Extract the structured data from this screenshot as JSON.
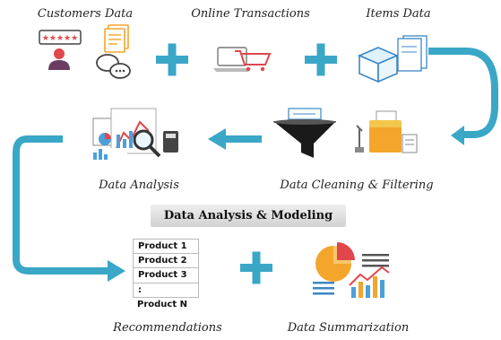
{
  "top": {
    "customers_label": "Customers Data",
    "transactions_label": "Online Transactions",
    "items_label": "Items Data"
  },
  "middle": {
    "analysis_label": "Data Analysis",
    "cleaning_label": "Data Cleaning & Filtering"
  },
  "banner": {
    "label": "Data Analysis & Modeling"
  },
  "bottom": {
    "recommendations_label": "Recommendations",
    "summarization_label": "Data Summarization",
    "products": [
      "Product 1",
      "Product 2",
      "Product 3",
      ":",
      "Product N"
    ]
  },
  "colors": {
    "arrow": "#3aa7c7",
    "plus": "#3aa7c7",
    "accent_orange": "#f3a52c",
    "accent_red": "#e0474c",
    "accent_blue": "#4d9fd9"
  },
  "icons": [
    "review-person-icon",
    "document-icon",
    "chat-bubbles-icon",
    "laptop-cart-icon",
    "box-documents-icon",
    "funnel-icon",
    "folder-documents-icon",
    "analytics-magnifier-icon",
    "summary-chart-icon"
  ]
}
